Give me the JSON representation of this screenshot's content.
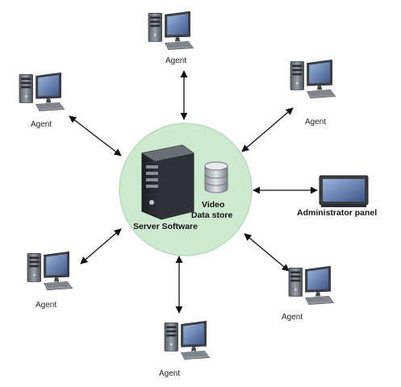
{
  "diagram": {
    "center": {
      "server_label": "Server Software",
      "datastore_label_line1": "Video",
      "datastore_label_line2": "Data store"
    },
    "admin": {
      "label": "Administrator panel"
    },
    "agents": [
      {
        "id": "top",
        "label": "Agent"
      },
      {
        "id": "top-left",
        "label": "Agent"
      },
      {
        "id": "top-right",
        "label": "Agent"
      },
      {
        "id": "bottom-left",
        "label": "Agent"
      },
      {
        "id": "bottom",
        "label": "Agent"
      },
      {
        "id": "bottom-right",
        "label": "Agent"
      }
    ],
    "colors": {
      "hub_fill": "#cde9cf",
      "hub_stroke": "#b6d9b8",
      "arrow": "#111111",
      "server_dark": "#2b2e33",
      "monitor_screen": "#6f86b5"
    },
    "icons": {
      "agent": "desktop-computer-icon",
      "server": "server-tower-icon",
      "datastore": "database-icon",
      "admin": "monitor-panel-icon"
    }
  }
}
